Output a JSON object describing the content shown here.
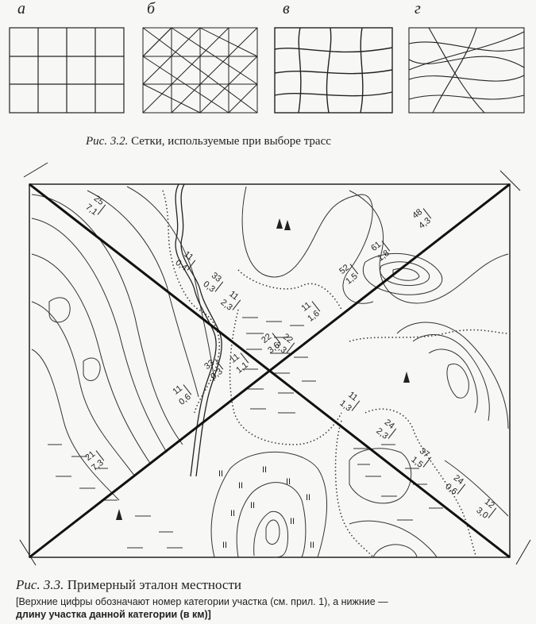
{
  "fig32": {
    "grids": [
      {
        "label": "а"
      },
      {
        "label": "б"
      },
      {
        "label": "в"
      },
      {
        "label": "г"
      }
    ],
    "caption_prefix": "Рис. 3.2.",
    "caption_text": "Сетки, используемые при выборе трасс"
  },
  "fig33": {
    "caption_prefix": "Рис. 3.3.",
    "caption_text": "Примерный эталон местности",
    "note_line1": "[Верхние цифры обозначают номер категории участка (см. прил. 1), а нижние —",
    "note_line2": "длину участка данной категории (в км)]",
    "line1_labels": [
      {
        "top": "25",
        "bottom": "7,1"
      },
      {
        "top": "11",
        "bottom": "0,4"
      },
      {
        "top": "33",
        "bottom": "0,3"
      },
      {
        "top": "11",
        "bottom": "2,3"
      },
      {
        "top": "22",
        "bottom": "3,3"
      },
      {
        "top": "11",
        "bottom": "1,3"
      },
      {
        "top": "24",
        "bottom": "2,3"
      },
      {
        "top": "37",
        "bottom": "1,5"
      },
      {
        "top": "24",
        "bottom": "0,6"
      },
      {
        "top": "12",
        "bottom": "3,0"
      }
    ],
    "line2_labels": [
      {
        "top": "21",
        "bottom": "7,3"
      },
      {
        "top": "11",
        "bottom": "0,6"
      },
      {
        "top": "33",
        "bottom": "0,3"
      },
      {
        "top": "11",
        "bottom": "1,1"
      },
      {
        "top": "22",
        "bottom": "3,6"
      },
      {
        "top": "11",
        "bottom": "1,6"
      },
      {
        "top": "52",
        "bottom": "1,5"
      },
      {
        "top": "61",
        "bottom": "1,8"
      },
      {
        "top": "48",
        "bottom": "4,3"
      }
    ]
  }
}
